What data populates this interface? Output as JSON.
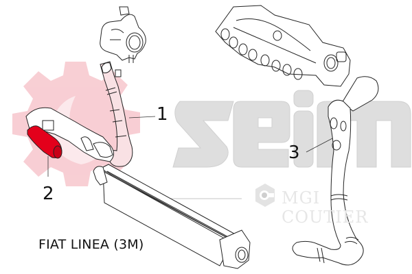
{
  "diagram": {
    "title": "FIAT LINEA (3M)",
    "brand": {
      "logo_text": "seim",
      "sub_logo_text": "MGI COUTIER",
      "logo_color": "#dcdcdc",
      "gear_color": "#f7c9cf",
      "sub_logo_color": "#e6e6e6"
    },
    "highlight_color": "#e3001b",
    "line_color": "#1a1a1a",
    "callouts": [
      {
        "id": "1",
        "label": "1",
        "part": "turbo-to-intercooler-hose"
      },
      {
        "id": "2",
        "label": "2",
        "part": "intercooler-inlet-hose-highlighted"
      },
      {
        "id": "3",
        "label": "3",
        "part": "intercooler-to-intake-pipe"
      }
    ],
    "components": [
      {
        "name": "turbocharger"
      },
      {
        "name": "intake-manifold"
      },
      {
        "name": "intercooler"
      },
      {
        "name": "hose-1"
      },
      {
        "name": "hose-2"
      },
      {
        "name": "pipe-3"
      }
    ]
  }
}
